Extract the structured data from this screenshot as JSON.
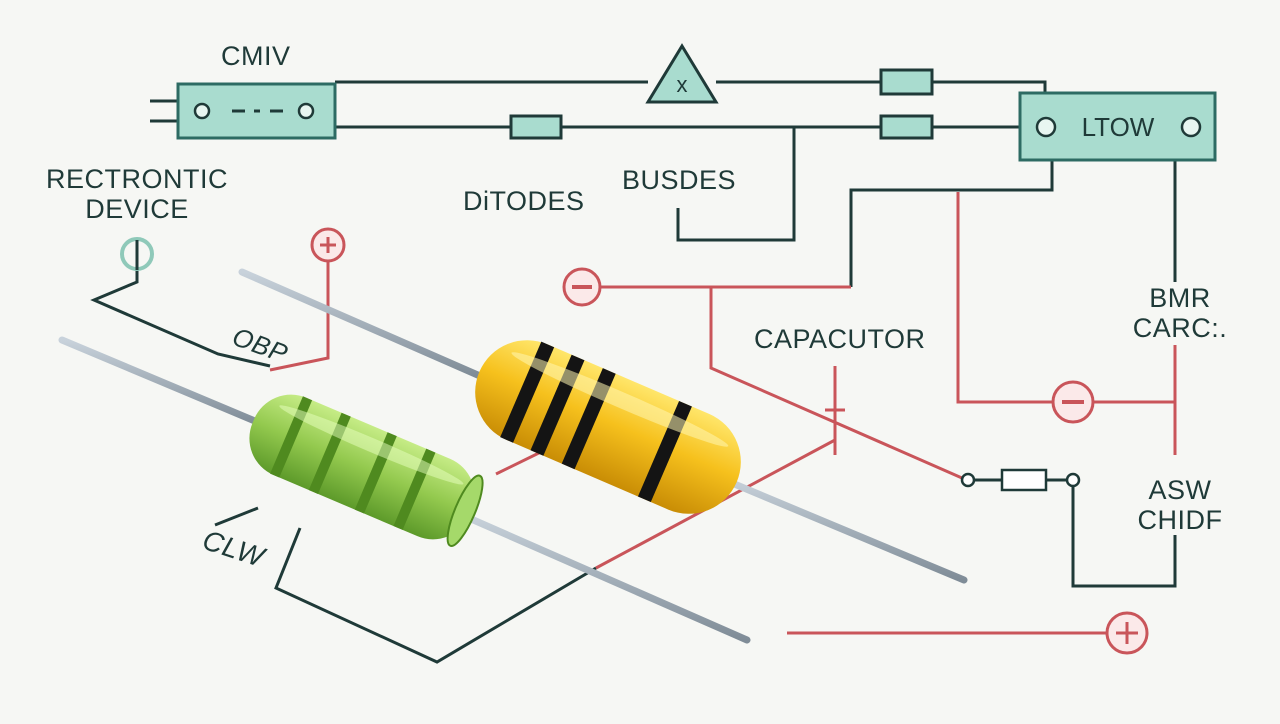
{
  "labels": {
    "cmiv": "CMIV",
    "rectrontic_line1": "RECTRONTIC",
    "rectrontic_line2": "DEVICE",
    "ditodes": "DiTODES",
    "busdes": "BUSDES",
    "capacutor": "CAPACUTOR",
    "bmr_line1": "BMR",
    "bmr_line2": "CARC:.",
    "asw_line1": "ASW",
    "asw_line2": "CHIDF",
    "ltow": "LTOW",
    "obp": "OBP",
    "clw": "CLW"
  },
  "colors": {
    "background": "#f6f7f4",
    "wire_dark": "#1f3a38",
    "wire_red": "#c9555a",
    "box_fill": "#a9dccf",
    "box_stroke": "#2d6b63",
    "resistor_yellow": "#f6c11d",
    "resistor_green": "#93c94e",
    "lead_gray": "#9aa7b3"
  }
}
